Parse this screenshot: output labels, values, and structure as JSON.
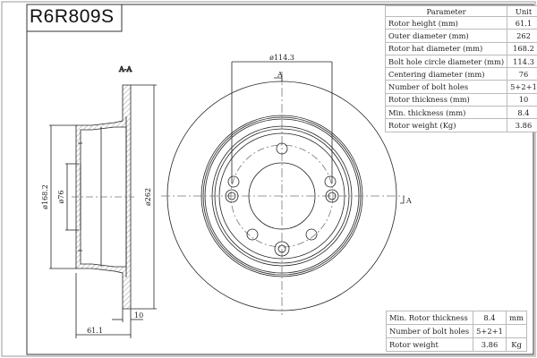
{
  "title": "R6R809S",
  "spec_table": {
    "header": {
      "parameter": "Parameter",
      "unit": "Unit"
    },
    "rows": [
      {
        "label": "Rotor height (mm)",
        "value": "61.1"
      },
      {
        "label": "Outer diameter (mm)",
        "value": "262"
      },
      {
        "label": "Rotor hat diameter (mm)",
        "value": "168.2"
      },
      {
        "label": "Bolt hole circle diameter (mm)",
        "value": "114.3"
      },
      {
        "label": "Centering diameter (mm)",
        "value": "76"
      },
      {
        "label": "Number of bolt holes",
        "value": "5+2+1"
      },
      {
        "label": "Rotor thickness (mm)",
        "value": "10"
      },
      {
        "label": "Min. thickness (mm)",
        "value": "8.4"
      },
      {
        "label": "Rotor weight (Kg)",
        "value": "3.86"
      }
    ]
  },
  "summary_table": {
    "rows": [
      {
        "label": "Min. Rotor thickness",
        "value": "8.4",
        "unit": "mm"
      },
      {
        "label": "Number of bolt holes",
        "value": "5+2+1",
        "unit": ""
      },
      {
        "label": "Rotor weight",
        "value": "3.86",
        "unit": "Kg"
      }
    ]
  },
  "drawing": {
    "section_label": "A-A",
    "section_marker": "A",
    "dim_hat_diameter": "ø168.2",
    "dim_centering": "ø76",
    "dim_outer": "ø262",
    "dim_thickness": "10",
    "dim_height": "61.1",
    "dim_bolt_circle": "ø114.3"
  }
}
